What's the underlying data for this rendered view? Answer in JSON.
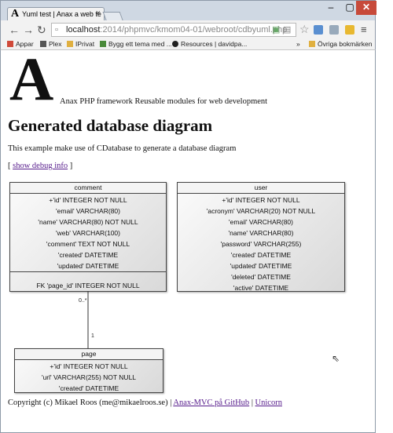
{
  "browser": {
    "tab_title": "Yuml test | Anax a web te",
    "tab_favicon": "A",
    "tab_close": "×",
    "url_host": "localhost",
    "url_path": ":2014/phpmvc/kmom04-01/webroot/cdbyuml.php",
    "window_buttons": {
      "minimize": "–",
      "maximize": "▢",
      "close": "✕"
    },
    "nav": {
      "back": "←",
      "forward": "→",
      "reload": "↻",
      "star": "☆",
      "menu": "≡"
    },
    "bookmarks": [
      {
        "label": "Appar",
        "icon": "apps-grid-icon",
        "color": "#d04a3a"
      },
      {
        "label": "Plex",
        "icon": "plex-icon",
        "color": "#555555"
      },
      {
        "label": "IPrivat",
        "icon": "folder-icon",
        "color": "#e0b040"
      },
      {
        "label": "Bygg ett tema med ...",
        "icon": "bookmark-icon",
        "color": "#4a8a3a"
      },
      {
        "label": "Resources | davidpa...",
        "icon": "hexagon-icon",
        "color": "#222222"
      }
    ],
    "bookmarks_more": "»",
    "other_bookmarks": "Övriga bokmärken"
  },
  "page": {
    "logo": "A",
    "tagline": "Anax PHP framework Reusable modules for web development",
    "title": "Generated database diagram",
    "intro": "This example make use of CDatabase to generate a database diagram",
    "debug_open": "[ ",
    "debug_link": "show debug info",
    "debug_close": " ]"
  },
  "diagram": {
    "comment": {
      "name": "comment",
      "fields": [
        "+'id' INTEGER NOT NULL",
        "'email' VARCHAR(80)",
        "'name' VARCHAR(80) NOT NULL",
        "'web' VARCHAR(100)",
        "'comment' TEXT NOT NULL",
        "'created' DATETIME",
        "'updated' DATETIME"
      ],
      "foreign_keys": [
        "FK 'page_id' INTEGER NOT NULL"
      ]
    },
    "user": {
      "name": "user",
      "fields": [
        "+'id' INTEGER NOT NULL",
        "'acronym' VARCHAR(20) NOT NULL",
        "'email' VARCHAR(80)",
        "'name' VARCHAR(80)",
        "'password' VARCHAR(255)",
        "'created' DATETIME",
        "'updated' DATETIME",
        "'deleted' DATETIME",
        "'active' DATETIME"
      ]
    },
    "page": {
      "name": "page",
      "fields": [
        "+'id' INTEGER NOT NULL",
        "'url' VARCHAR(255) NOT NULL",
        "'created' DATETIME"
      ]
    },
    "relation": {
      "from_multiplicity": "0..*",
      "to_multiplicity": "1"
    }
  },
  "footer": {
    "copyright": "Copyright (c) Mikael Roos (me@mikaelroos.se) | ",
    "link1": "Anax-MVC på GitHub",
    "sep": " | ",
    "link2": "Unicorn"
  },
  "colors": {
    "link": "#551a8b",
    "close_button": "#c74a3a"
  }
}
